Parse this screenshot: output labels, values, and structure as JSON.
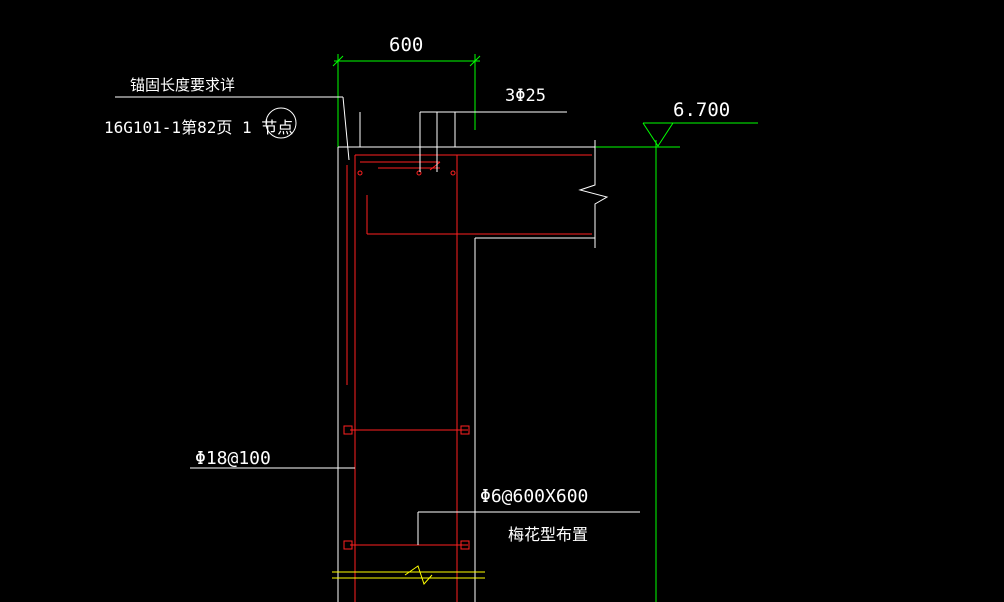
{
  "drawing": {
    "background": "#000000",
    "colors": {
      "dimension": "#00ff00",
      "concrete_outline": "#ffffff",
      "rebar": "#ff2020",
      "leader": "#ffffff",
      "break_line": "#ffff00"
    },
    "labels": {
      "dimension_width": "600",
      "anchorage_note_line1": "锚固长度要求详",
      "anchorage_note_line2": "16G101-1第82页 1  节点",
      "top_bars": "3Φ25",
      "elevation": "6.700",
      "vertical_bars": "Φ18@100",
      "tie_bars": "Φ6@600X600",
      "tie_layout": "梅花型布置"
    }
  }
}
